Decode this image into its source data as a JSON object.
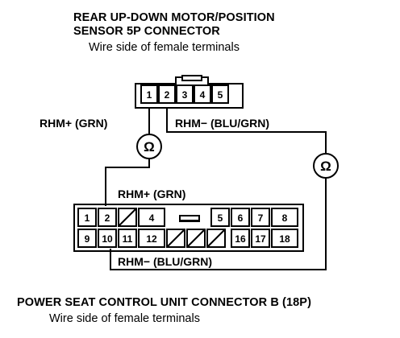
{
  "top_connector": {
    "title_line1": "REAR UP-DOWN MOTOR/POSITION",
    "title_line2": "SENSOR 5P CONNECTOR",
    "subtitle": "Wire side of female terminals",
    "pins": [
      "1",
      "2",
      "3",
      "4",
      "5"
    ]
  },
  "bottom_connector": {
    "title": "POWER SEAT CONTROL UNIT CONNECTOR B (18P)",
    "subtitle": "Wire side of female terminals",
    "row1_pins": [
      "1",
      "2",
      "4",
      "5",
      "6",
      "7",
      "8"
    ],
    "row2_pins": [
      "9",
      "10",
      "11",
      "12",
      "16",
      "17",
      "18"
    ]
  },
  "wire_labels": {
    "rhm_plus_top": "RHM+ (GRN)",
    "rhm_minus_top": "RHM− (BLU/GRN)",
    "rhm_plus_bottom": "RHM+ (GRN)",
    "rhm_minus_bottom": "RHM− (BLU/GRN)"
  },
  "meters": {
    "left_symbol": "Ω",
    "right_symbol": "Ω"
  }
}
